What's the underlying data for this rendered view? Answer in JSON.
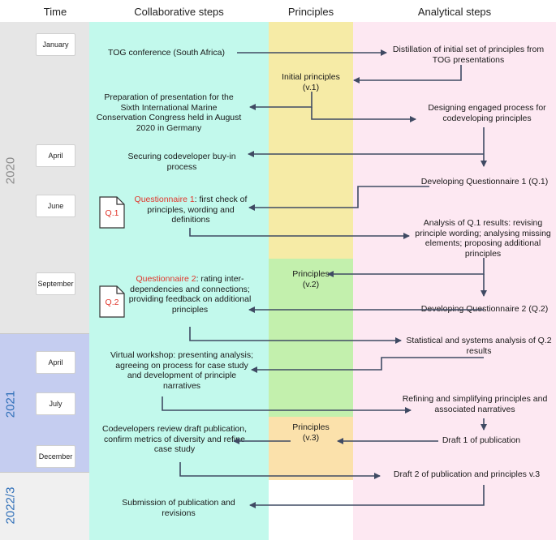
{
  "headers": {
    "time": "Time",
    "collaborative": "Collaborative steps",
    "principles": "Principles",
    "analytical": "Analytical steps"
  },
  "years": [
    "2020",
    "2021",
    "2022/3"
  ],
  "months": [
    "January",
    "April",
    "June",
    "September",
    "April",
    "July",
    "December"
  ],
  "collaborative": {
    "tog": "TOG conference (South Africa)",
    "presentation": "Preparation of presentation for the Sixth International Marine Conservation Congress held in August 2020 in Germany",
    "buyin": "Securing codeveloper buy-in process",
    "q1_label": "Questionnaire 1",
    "q1_rest": ": first check of principles, wording and definitions",
    "q2_label": "Questionnaire 2",
    "q2_rest": ": rating inter-dependencies and connections; providing feedback on additional principles",
    "workshop": "Virtual workshop: presenting analysis; agreeing on process for case study and development of principle narratives",
    "review": "Codevelopers review draft publication, confirm metrics of diversity and refine case study",
    "submission": "Submission of publication and revisions"
  },
  "principles": {
    "v1": "Initial principles (v.1)",
    "v2": "Principles (v.2)",
    "v3": "Principles (v.3)"
  },
  "analytical": {
    "distillation": "Distillation of initial set of principles from TOG presentations",
    "designing": "Designing engaged process for codeveloping principles",
    "dev_q1": "Developing Questionnaire 1 (Q.1)",
    "analysis_q1": "Analysis of Q.1 results: revising principle wording; analysing missing elements; proposing additional principles",
    "dev_q2": "Developing Questionnaire 2 (Q.2)",
    "stats_q2": "Statistical and systems analysis of Q.2 results",
    "refining": "Refining and simplifying principles and associated narratives",
    "draft1": "Draft 1 of publication",
    "draft2": "Draft 2 of publication and principles v.3"
  },
  "documents": [
    "Q.1",
    "Q.2"
  ],
  "colors": {
    "collab_bg": "#c2f9ec",
    "principles_v1": "#f6eba6",
    "principles_v2": "#c3f0ad",
    "principles_v3": "#fbe1ab",
    "analytical_bg": "#fde8f2",
    "year_2020": "#e6e6e6",
    "year_2021": "#c5cdf0",
    "year_2022": "#f0f0f0",
    "arrow": "#3f4a63",
    "highlight_red": "#e0352b",
    "year_2020_text": "#8a8a8a",
    "year_2021_text": "#2f6fb8"
  }
}
